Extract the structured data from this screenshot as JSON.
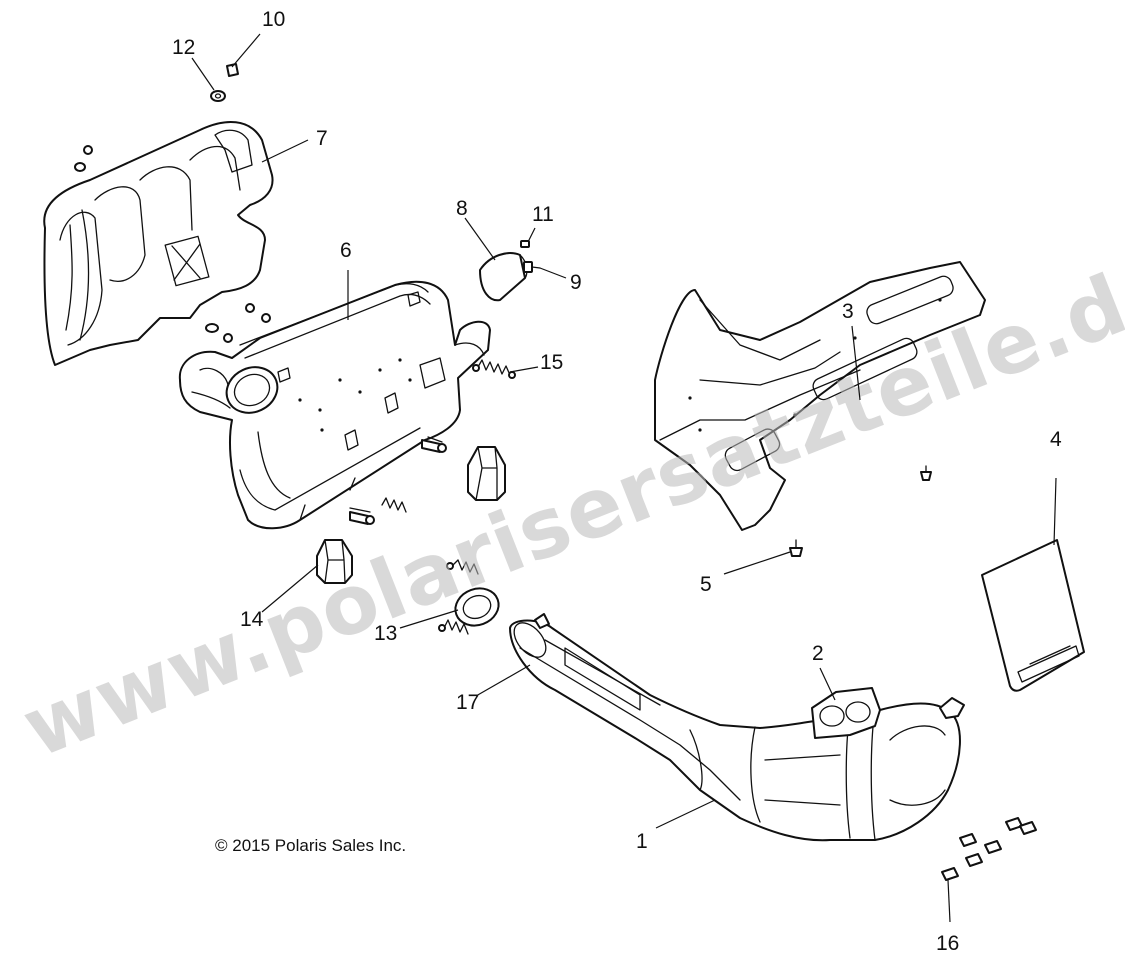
{
  "watermark": "www.polarisersatzteile.de",
  "copyright": "© 2015 Polaris Sales Inc.",
  "callouts": {
    "c1": "1",
    "c2": "2",
    "c3": "3",
    "c4": "4",
    "c5": "5",
    "c6": "6",
    "c7": "7",
    "c8": "8",
    "c9": "9",
    "c10": "10",
    "c11": "11",
    "c12": "12",
    "c13": "13",
    "c14": "14",
    "c15": "15",
    "c16": "16",
    "c17": "17"
  }
}
